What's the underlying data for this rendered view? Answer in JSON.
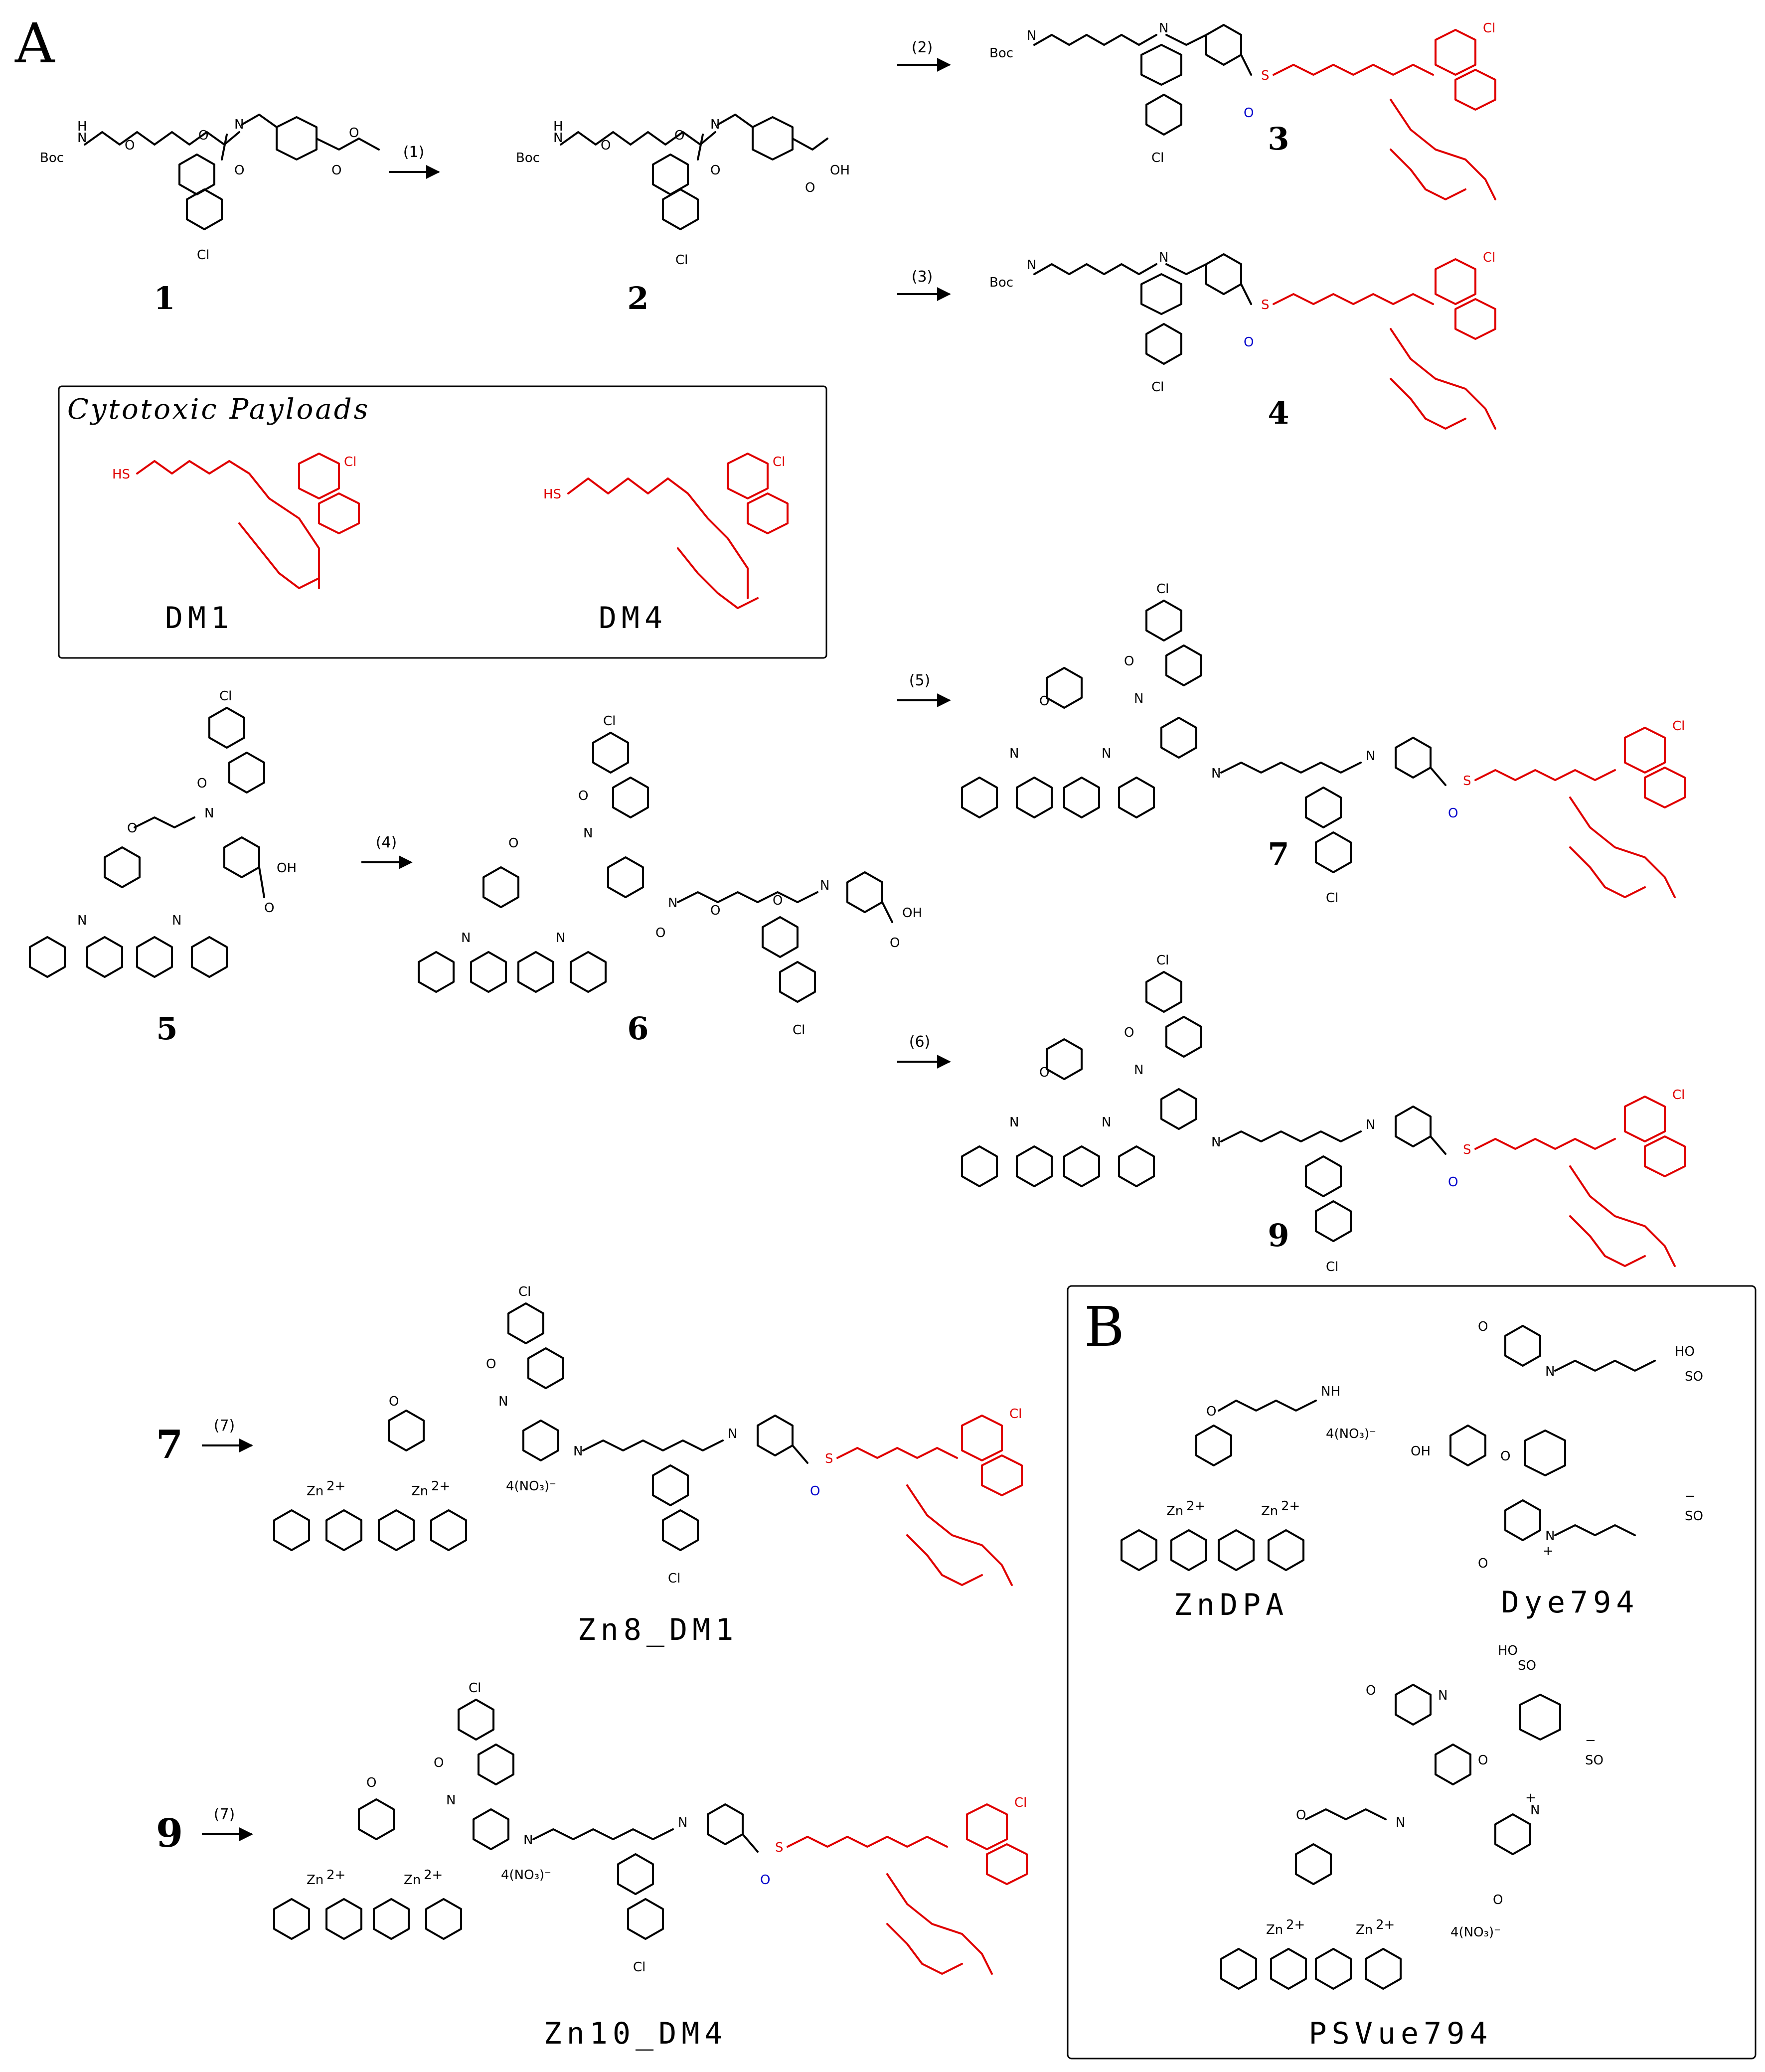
{
  "panels": {
    "a": "A",
    "b": "B"
  },
  "payload_box": {
    "title": "Cytotoxic Payloads",
    "dm1": "DM1",
    "dm4": "DM4"
  },
  "steps": {
    "s1": "(1)",
    "s2": "(2)",
    "s3": "(3)",
    "s4": "(4)",
    "s5": "(5)",
    "s6": "(6)",
    "s7a": "(7)",
    "s7b": "(7)"
  },
  "compounds": {
    "c1": "1",
    "c2": "2",
    "c3": "3",
    "c4": "4",
    "c5": "5",
    "c6": "6",
    "c7": "7",
    "c9": "9",
    "r7": "7",
    "r9": "9"
  },
  "products": {
    "zn8": "Zn8_DM1",
    "zn10": "Zn10_DM4"
  },
  "panel_b": {
    "zndpa": "ZnDPA",
    "dye": "Dye794",
    "psvue": "PSVue794"
  },
  "atoms": {
    "boc": "Boc",
    "nh": "N",
    "h": "H",
    "o": "O",
    "n": "N",
    "cl": "Cl",
    "oh": "OH",
    "s": "S",
    "sh": "HS",
    "ho": "HO",
    "zn": "Zn",
    "zn2": "2+",
    "nh2": "NH",
    "so3": "SO",
    "minus": "−",
    "plus": "+",
    "salt": "4(NO₃)⁻"
  },
  "colors": {
    "payload": "#e00000",
    "thioester_o": "#0000cc",
    "ink": "#000000"
  }
}
